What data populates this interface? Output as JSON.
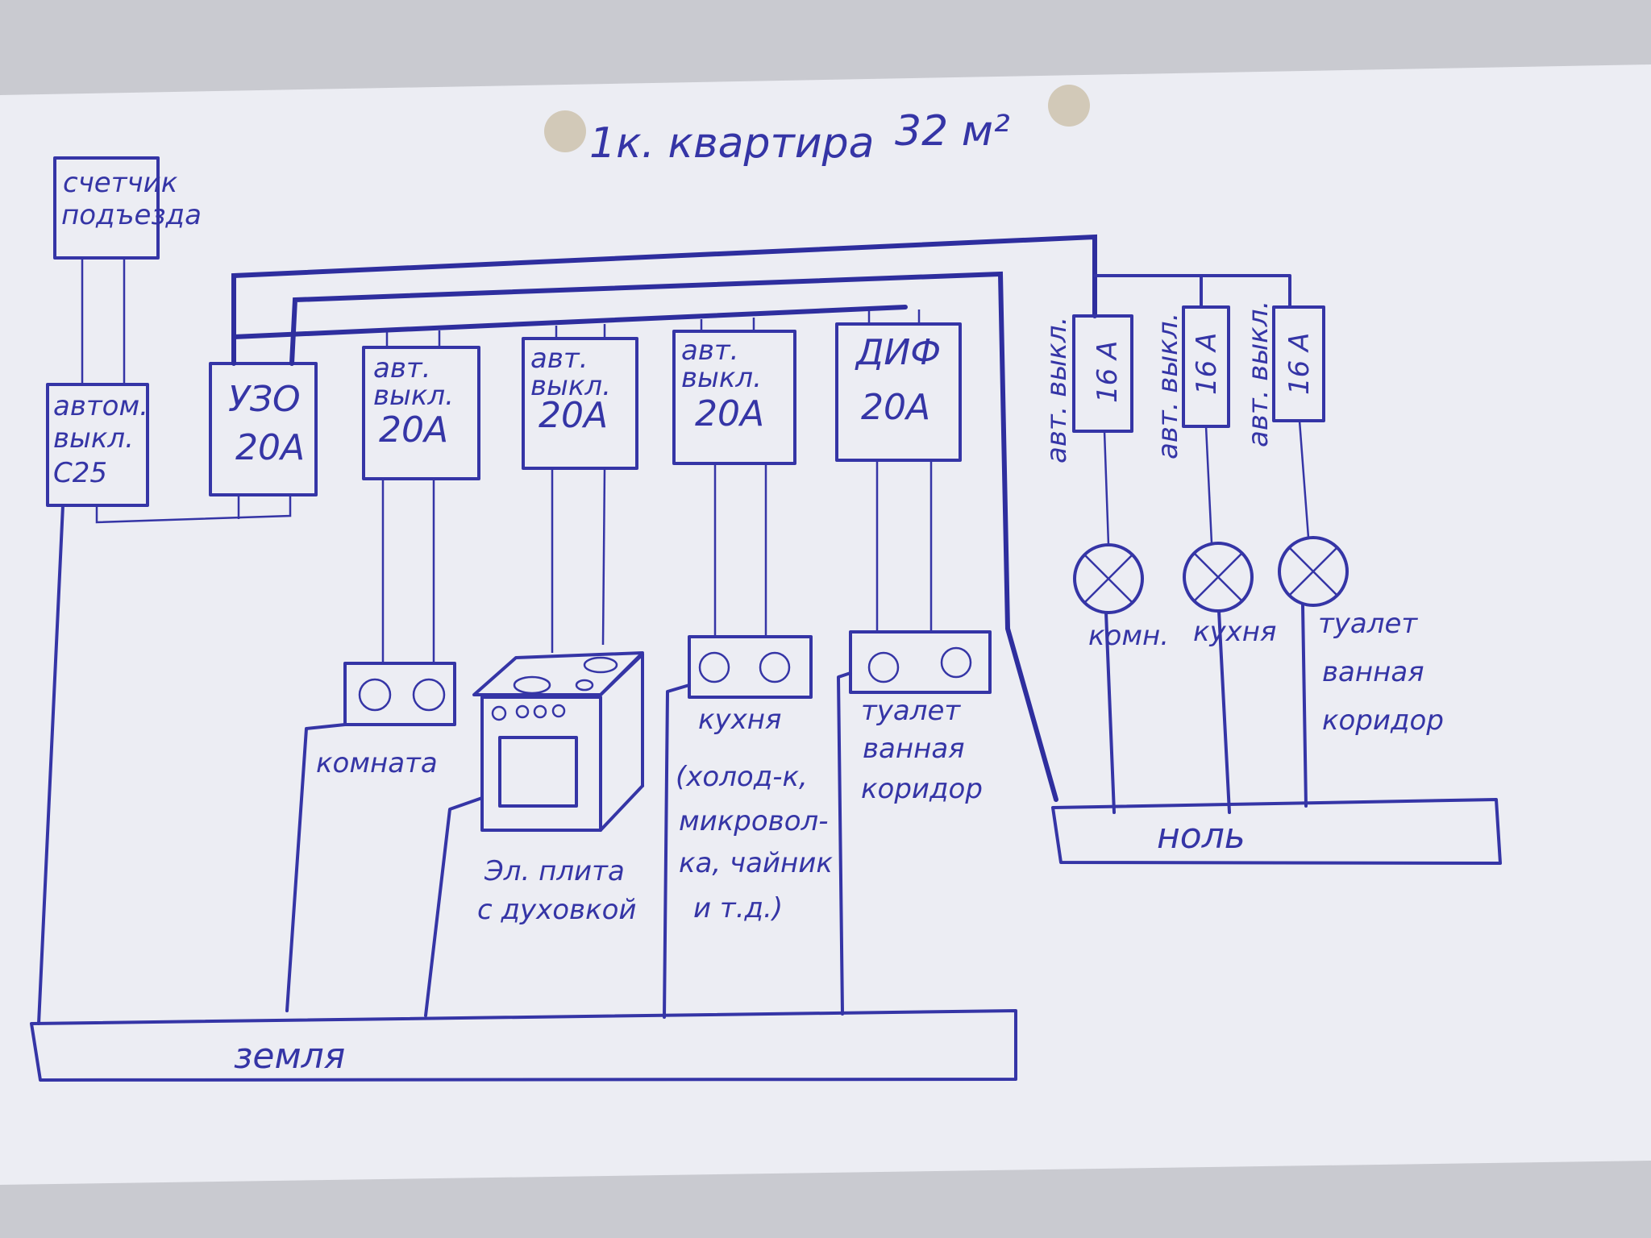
{
  "title": {
    "text": "1к. квартира",
    "area": "32 м²"
  },
  "meter": {
    "line1": "счетчик",
    "line2": "подъезда"
  },
  "main_breaker": {
    "line1": "автом.",
    "line2": "выкл.",
    "line3": "С25"
  },
  "rcd": {
    "line1": "УЗО",
    "line2": "20А"
  },
  "breakers": [
    {
      "line1": "авт.",
      "line2": "выкл.",
      "rating": "20А"
    },
    {
      "line1": "авт.",
      "line2": "выкл.",
      "rating": "20А"
    },
    {
      "line1": "авт.",
      "line2": "выкл.",
      "rating": "20А"
    }
  ],
  "rcbo": {
    "line1": "ДИФ",
    "rating": "20А"
  },
  "light_breakers": [
    {
      "label": "авт. выкл.",
      "rating": "16 А"
    },
    {
      "label": "авт. выкл.",
      "rating": "16 А"
    },
    {
      "label": "авт. выкл.",
      "rating": "16 А"
    }
  ],
  "loads": {
    "room_socket": "комната",
    "stove": {
      "line1": "Эл. плита",
      "line2": "с духовкой"
    },
    "kitchen_socket": {
      "line1": "кухня",
      "line2": "(холод-к,",
      "line3": "микровол-",
      "line4": "ка, чайник",
      "line5": "и т.д.)"
    },
    "bath_socket": {
      "line1": "туалет",
      "line2": "ванная",
      "line3": "коридор"
    }
  },
  "lamps": [
    {
      "label": "комн."
    },
    {
      "label": "кухня"
    },
    {
      "line1": "туалет",
      "line2": "ванная",
      "line3": "коридор"
    }
  ],
  "ground_bus": "земля",
  "neutral_bus": "ноль"
}
